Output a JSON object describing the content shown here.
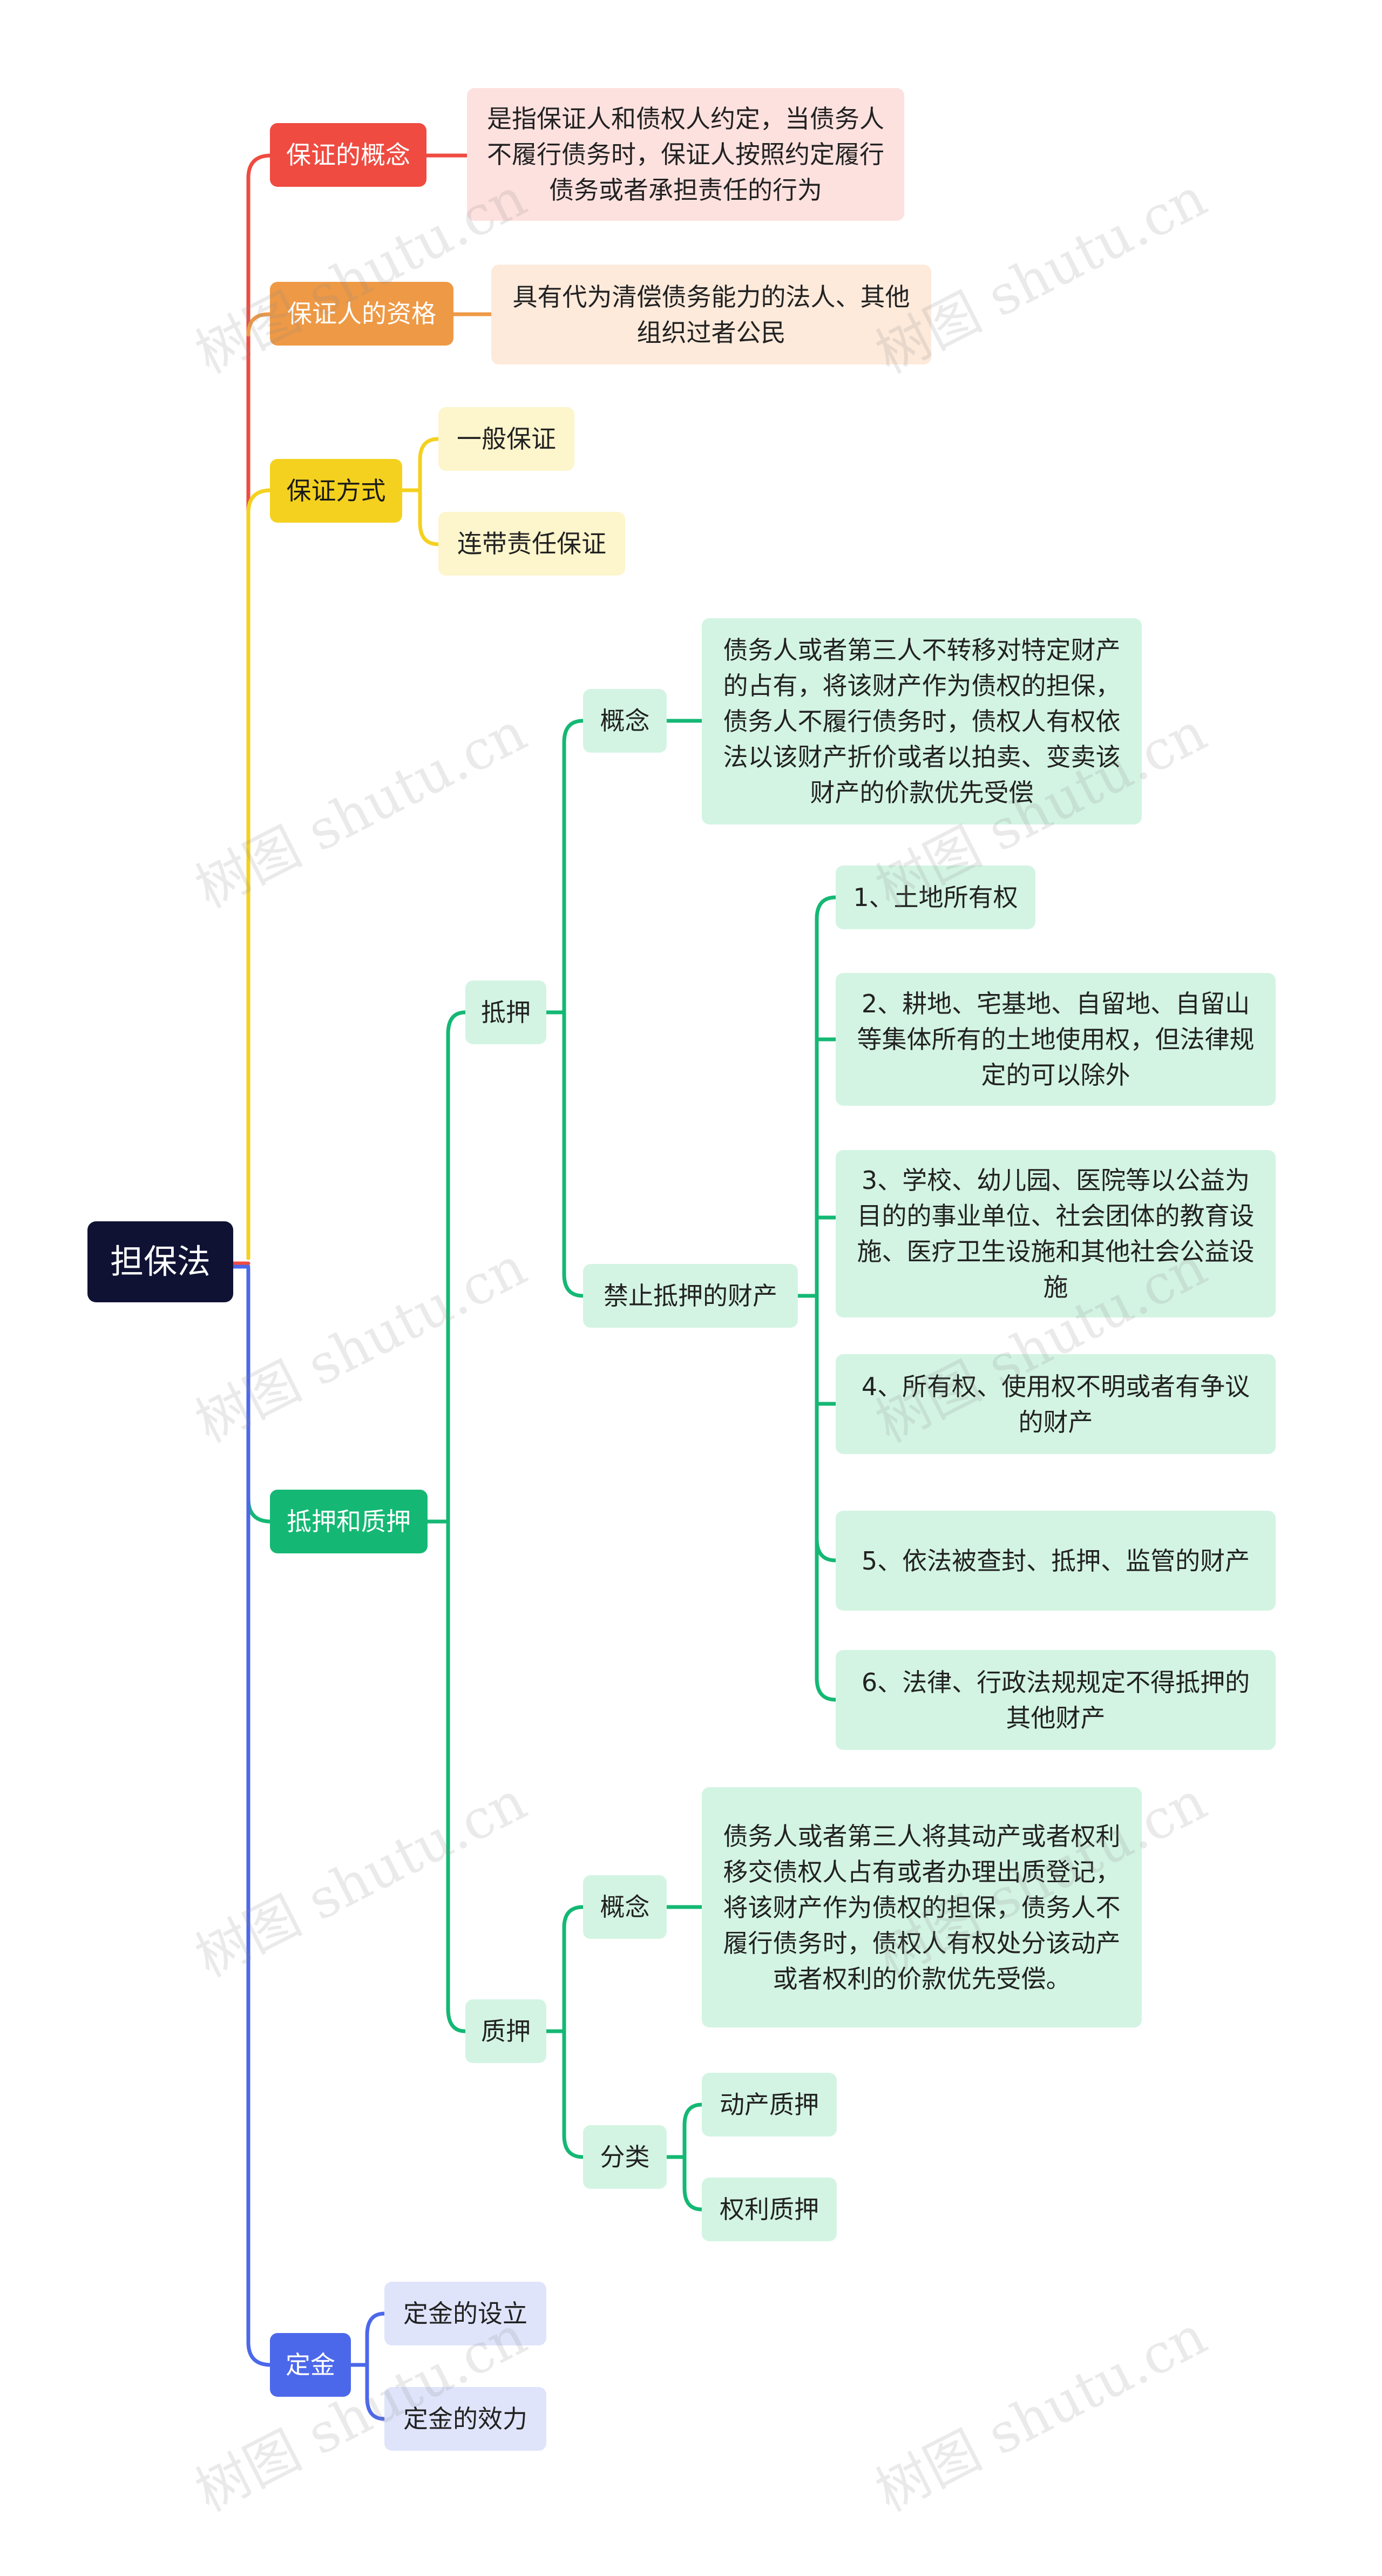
{
  "root": {
    "label": "担保法"
  },
  "branches": {
    "concept": {
      "label": "保证的概念",
      "items": [
        "是指保证人和债权人约定，当债务人不履行债务时，保证人按照约定履行债务或者承担责任的行为"
      ]
    },
    "qualification": {
      "label": "保证人的资格",
      "items": [
        "具有代为清偿债务能力的法人、其他组织过者公民"
      ]
    },
    "method": {
      "label": "保证方式",
      "items": [
        "一般保证",
        "连带责任保证"
      ]
    },
    "mortgage_pledge": {
      "label": "抵押和质押",
      "mortgage": {
        "label": "抵押",
        "concept": {
          "label": "概念",
          "text": "债务人或者第三人不转移对特定财产的占有，将该财产作为债权的担保，债务人不履行债务时，债权人有权依法以该财产折价或者以拍卖、变卖该财产的价款优先受偿"
        },
        "prohibited": {
          "label": "禁止抵押的财产",
          "items": [
            "1、土地所有权",
            "2、耕地、宅基地、自留地、自留山等集体所有的土地使用权，但法律规定的可以除外",
            "3、学校、幼儿园、医院等以公益为目的的事业单位、社会团体的教育设施、医疗卫生设施和其他社会公益设施",
            "4、所有权、使用权不明或者有争议的财产",
            "5、依法被查封、抵押、监管的财产",
            "6、法律、行政法规规定不得抵押的其他财产"
          ]
        }
      },
      "pledge": {
        "label": "质押",
        "concept": {
          "label": "概念",
          "text": "债务人或者第三人将其动产或者权利移交债权人占有或者办理出质登记，将该财产作为债权的担保，债务人不履行债务时，债权人有权处分该动产或者权利的价款优先受偿。"
        },
        "classification": {
          "label": "分类",
          "items": [
            "动产质押",
            "权利质押"
          ]
        }
      }
    },
    "deposit": {
      "label": "定金",
      "items": [
        "定金的设立",
        "定金的效力"
      ]
    }
  },
  "watermark": "树图 shutu.cn",
  "colors": {
    "root": "#0f1233",
    "red": "#ef4b41",
    "orange": "#ee9945",
    "yellow": "#f4d11e",
    "green": "#14b874",
    "blue": "#4c68ea"
  }
}
